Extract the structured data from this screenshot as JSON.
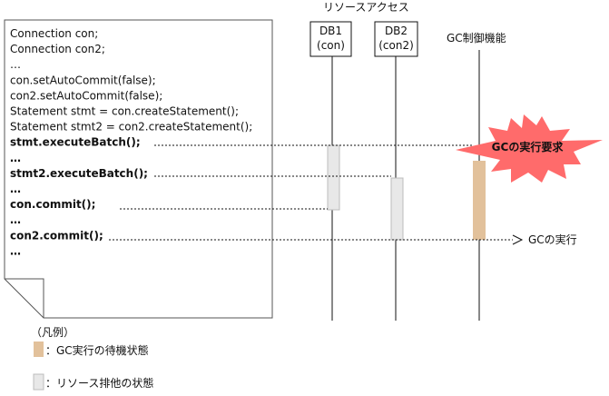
{
  "header": {
    "resource_access": "リソースアクセス",
    "gc_control": "GC制御機能"
  },
  "lanes": {
    "db1": {
      "name": "DB1",
      "sub": "(con)"
    },
    "db2": {
      "name": "DB2",
      "sub": "(con2)"
    }
  },
  "code_lines": [
    {
      "text": "Connection con;",
      "bold": false
    },
    {
      "text": "Connection con2;",
      "bold": false
    },
    {
      "text": "…",
      "bold": false
    },
    {
      "text": "con.setAutoCommit(false);",
      "bold": false
    },
    {
      "text": "con2.setAutoCommit(false);",
      "bold": false
    },
    {
      "text": "Statement stmt = con.createStatement();",
      "bold": false
    },
    {
      "text": "Statement stmt2 = con2.createStatement();",
      "bold": false
    },
    {
      "text": "stmt.executeBatch();",
      "bold": true
    },
    {
      "text": "…",
      "bold": true
    },
    {
      "text": "stmt2.executeBatch();",
      "bold": true
    },
    {
      "text": "…",
      "bold": true
    },
    {
      "text": "con.commit();",
      "bold": true
    },
    {
      "text": "…",
      "bold": true
    },
    {
      "text": "con2.commit();",
      "bold": true
    },
    {
      "text": "…",
      "bold": true
    }
  ],
  "gc_request": "GCの実行要求",
  "gc_execute": "GCの実行",
  "legend": {
    "title": "（凡例）",
    "wait": "：GC実行の待機状態",
    "exclusive": "：リソース排他の状態"
  },
  "colors": {
    "wait": "#e2c19b",
    "exclusive": "#e8e8e8",
    "burst": "#ff6b6b"
  }
}
